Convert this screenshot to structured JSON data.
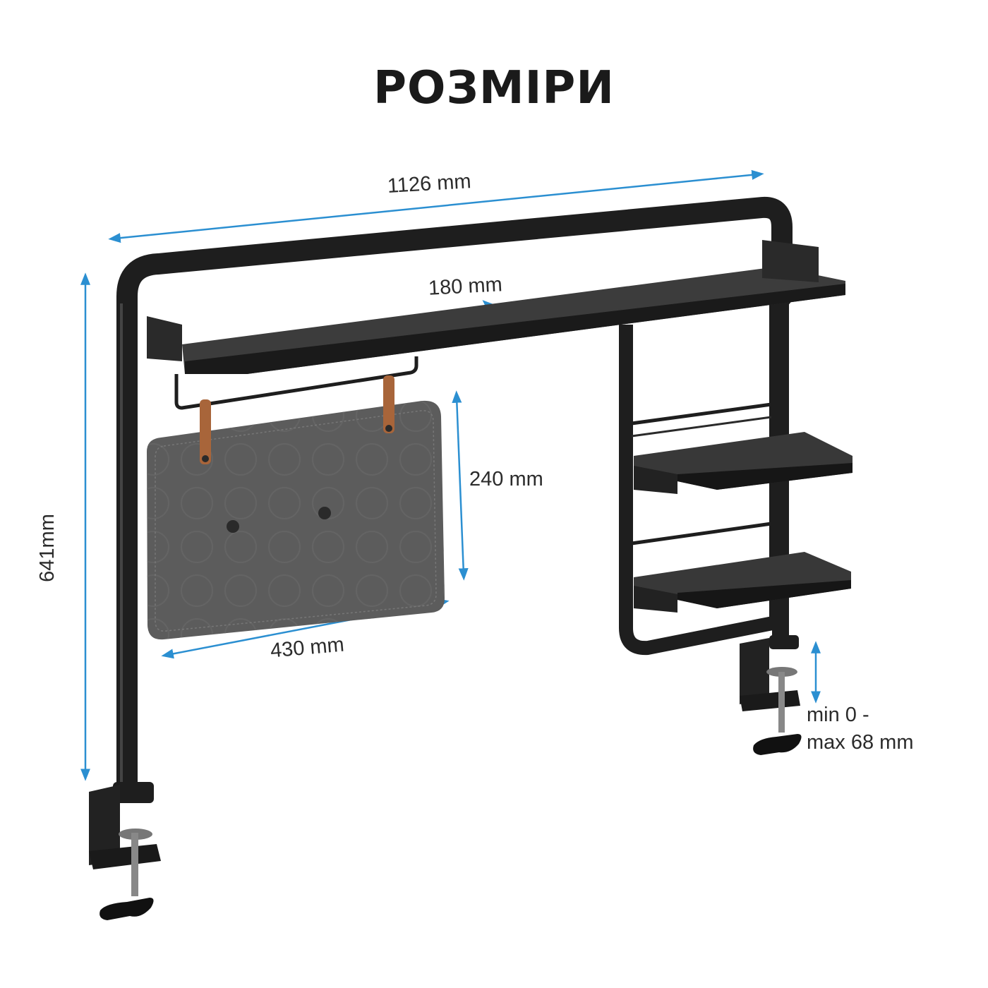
{
  "title": "РОЗМІРИ",
  "dimensions": {
    "width": "1126 mm",
    "shelf_depth": "180 mm",
    "height": "641mm",
    "pad_height": "240 mm",
    "pad_width": "430 mm",
    "clamp_range_line1": "min 0 -",
    "clamp_range_line2": "max 68 mm"
  },
  "colors": {
    "frame": "#1e1e1e",
    "shelf": "#3a3a3a",
    "felt": "#5a5a5a",
    "strap": "#b06a3a",
    "dimension_line": "#2b8fd1",
    "text": "#2b2b2b"
  }
}
